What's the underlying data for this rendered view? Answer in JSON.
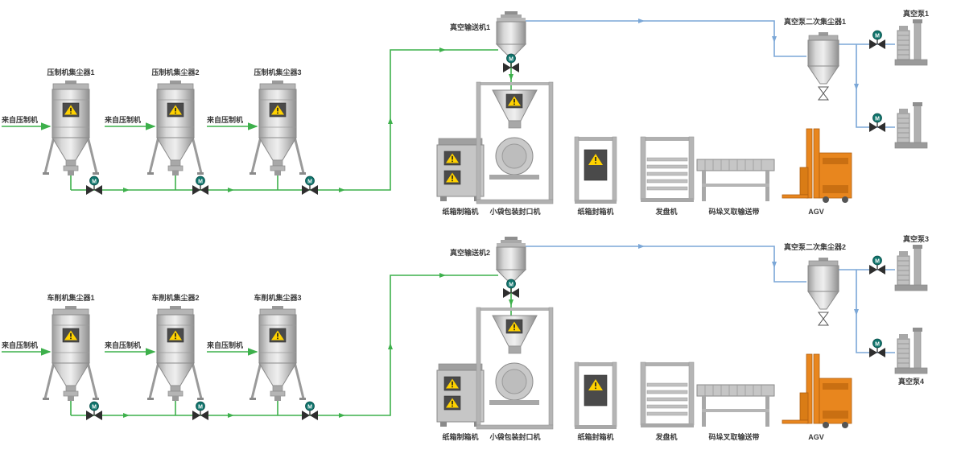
{
  "diagram": {
    "valve_motor_label": "M",
    "colors": {
      "pipe_green": "#3db04b",
      "pipe_blue": "#7ba7d7",
      "warning_yellow": "#ffd200",
      "agv_orange": "#e8861e",
      "valve_teal": "#11756d",
      "metal_grey": "#c0c0c0"
    },
    "top": {
      "collectors": [
        {
          "label": "压制机集尘器1",
          "input_label": "来自压制机"
        },
        {
          "label": "压制机集尘器2",
          "input_label": "来自压制机"
        },
        {
          "label": "压制机集尘器3",
          "input_label": "来自压制机"
        }
      ],
      "conveyor_label": "真空输送机1",
      "secondary_collector_label": "真空泵二次集尘器1",
      "pumps": [
        {
          "label": "真空泵1"
        },
        {
          "label": ""
        }
      ],
      "equipment_labels": [
        "纸箱制箱机",
        "小袋包装封口机",
        "纸箱封箱机",
        "发盘机",
        "码垛叉取输送带",
        "AGV"
      ]
    },
    "bottom": {
      "collectors": [
        {
          "label": "车削机集尘器1",
          "input_label": "来自压制机"
        },
        {
          "label": "车削机集尘器2",
          "input_label": "来自压制机"
        },
        {
          "label": "车削机集尘器3",
          "input_label": "来自压制机"
        }
      ],
      "conveyor_label": "真空输送机2",
      "secondary_collector_label": "真空泵二次集尘器2",
      "pumps": [
        {
          "label": "真空泵3"
        },
        {
          "label": "真空泵4"
        }
      ],
      "equipment_labels": [
        "纸箱制箱机",
        "小袋包装封口机",
        "纸箱封箱机",
        "发盘机",
        "码垛叉取输送带",
        "AGV"
      ]
    }
  }
}
